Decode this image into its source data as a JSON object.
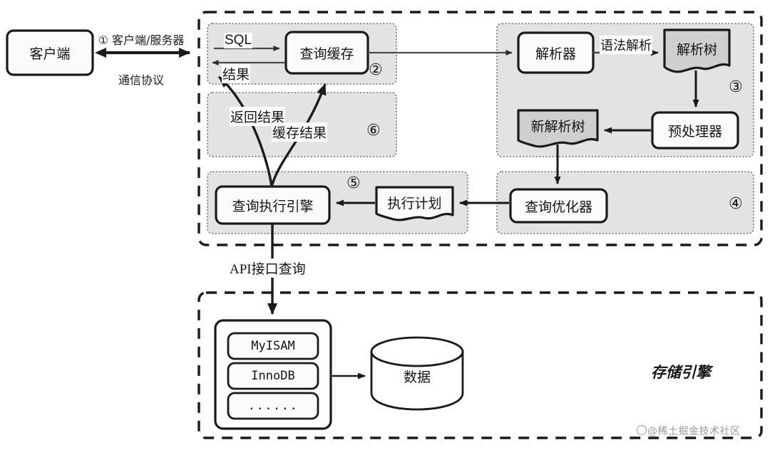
{
  "diagram": {
    "title_note": "MySQL query execution architecture",
    "colors": {
      "stroke": "#1a1a1a",
      "panel_fill": "#e3e3e3",
      "tree_fill": "#cfcfcf",
      "box_fill": "#fbfbfb",
      "watermark": "#9a9a9a",
      "thin_line": "#4a4a4a"
    }
  },
  "annotations": {
    "step1": "①",
    "step2": "②",
    "step3": "③",
    "step4": "④",
    "step5": "⑤",
    "step6": "⑥",
    "protocol_line1": "① 客户端/服务器",
    "protocol_line2": "通信协议",
    "api_query": "API接口查询",
    "storage_engine": "存储引擎"
  },
  "edge_labels": {
    "sql": "SQL",
    "result": "结果",
    "return_result": "返回结果",
    "cache_result": "缓存结果",
    "syntax_parse": "语法解析"
  },
  "nodes": {
    "client": "客户端",
    "query_cache": "查询缓存",
    "parser": "解析器",
    "parse_tree": "解析树",
    "preprocessor": "预处理器",
    "new_parse_tree": "新解析树",
    "query_optimizer": "查询优化器",
    "exec_plan": "执行计划",
    "query_exec_engine": "查询执行引擎",
    "data": "数据"
  },
  "storage_engines": [
    {
      "name": "MyISAM"
    },
    {
      "name": "InnoDB"
    },
    {
      "name": "......"
    }
  ],
  "watermark": {
    "text": "@稀土掘金技术社区"
  }
}
